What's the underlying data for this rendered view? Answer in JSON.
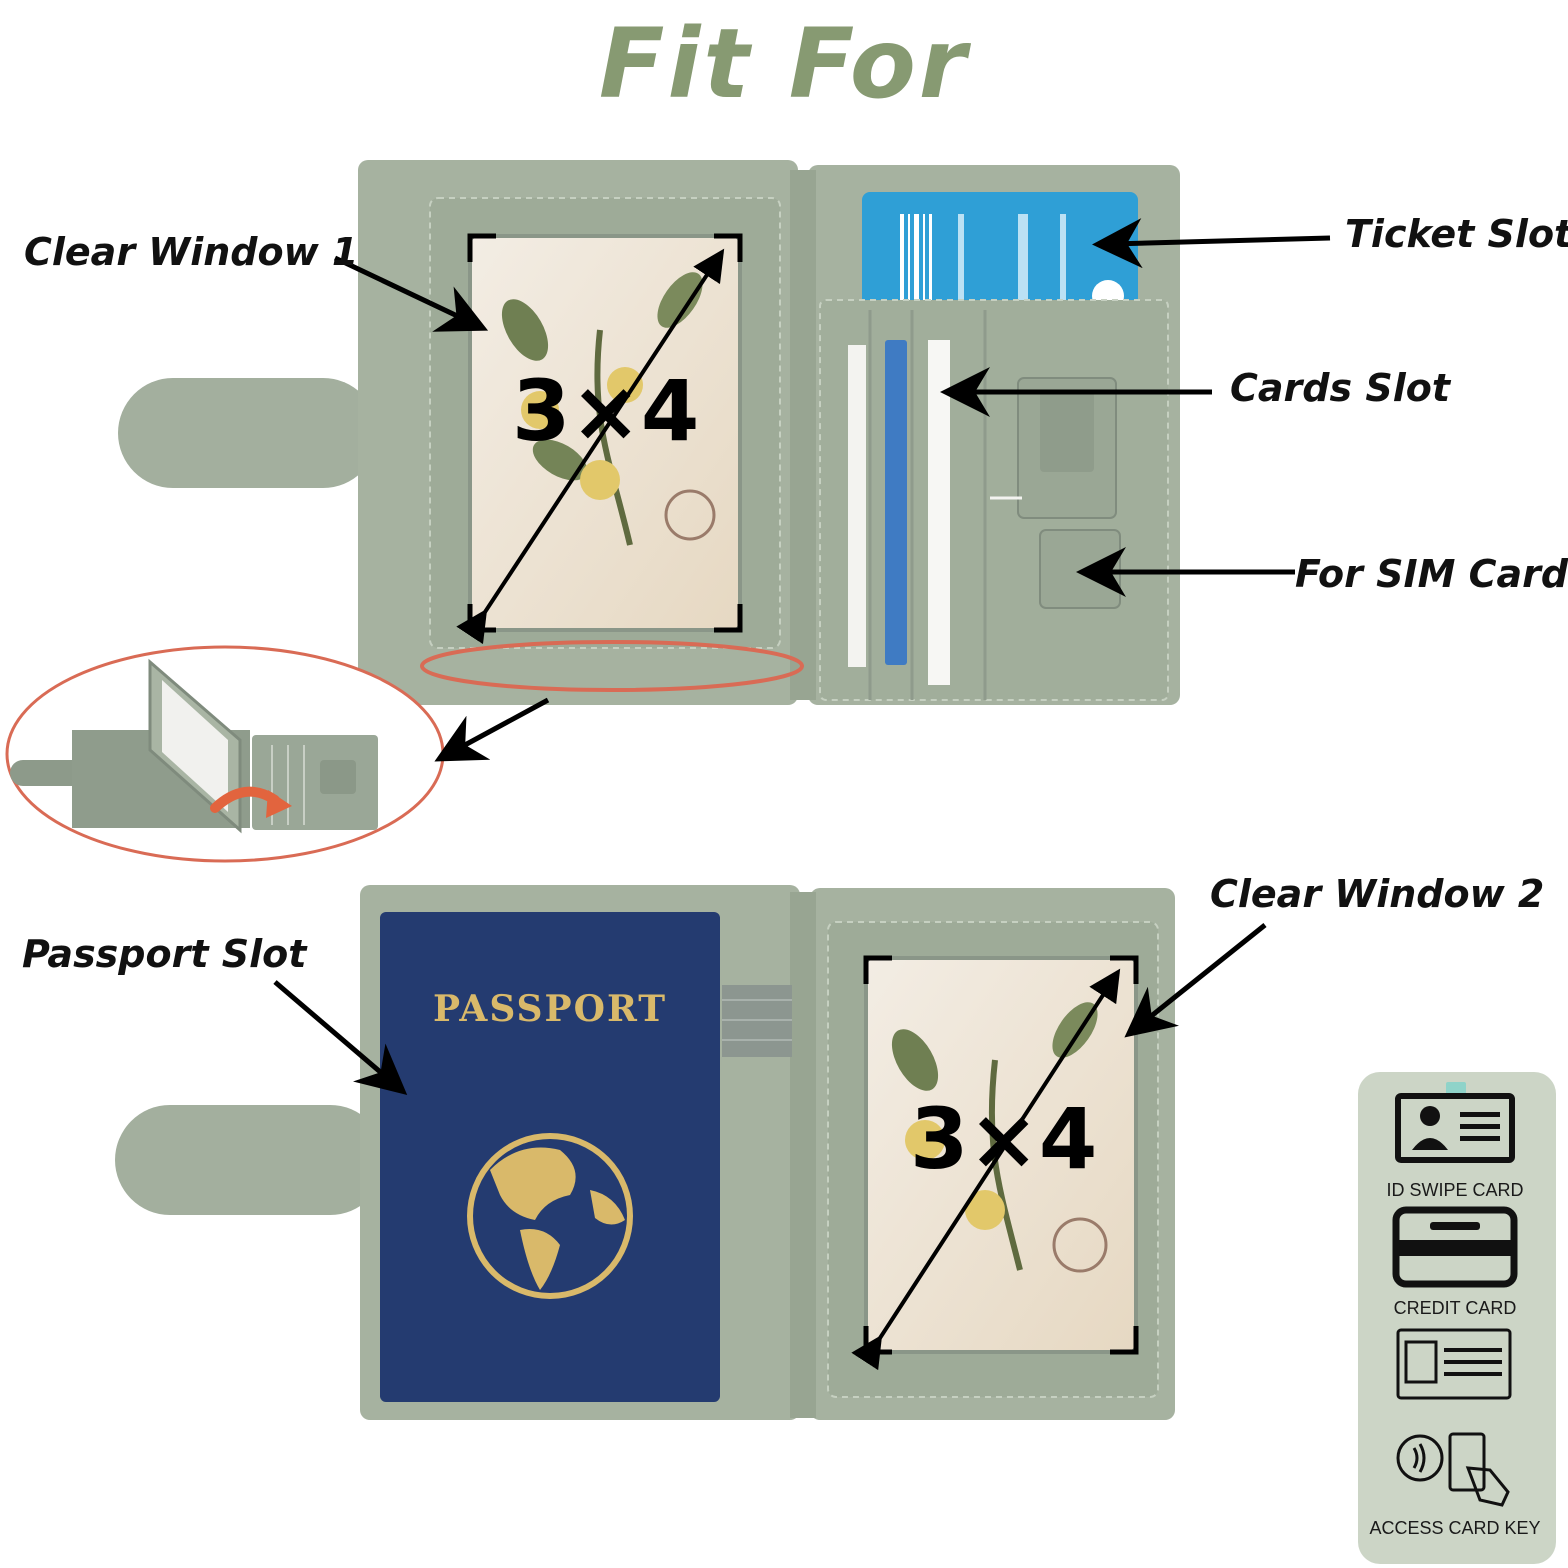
{
  "title": "Fit For",
  "labels": {
    "clear_window_1": "Clear Window 1",
    "ticket_slot": "Ticket Slot",
    "cards_slot": "Cards Slot",
    "sim_cards": "For SIM Cards",
    "passport_slot": "Passport Slot",
    "clear_window_2": "Clear Window 2"
  },
  "photo_size_top": "3×4",
  "photo_size_bottom": "3×4",
  "passport_text": "PASSPORT",
  "card_types": [
    {
      "label": "ID SWIPE CARD",
      "icon": "id-badge-icon"
    },
    {
      "label": "CREDIT CARD",
      "icon": "credit-card-icon"
    },
    {
      "label": "ACCESS CARD KEY",
      "icon": "access-card-key-icon"
    }
  ],
  "colors": {
    "title": "#879a72",
    "leather": "#a6b2a0",
    "leather_dark": "#8b9889",
    "passport": "#243b70",
    "gold": "#d9b96a",
    "ticket": "#2f9fd6",
    "callout": "#d96b55",
    "panel": "#ccd5c6"
  }
}
